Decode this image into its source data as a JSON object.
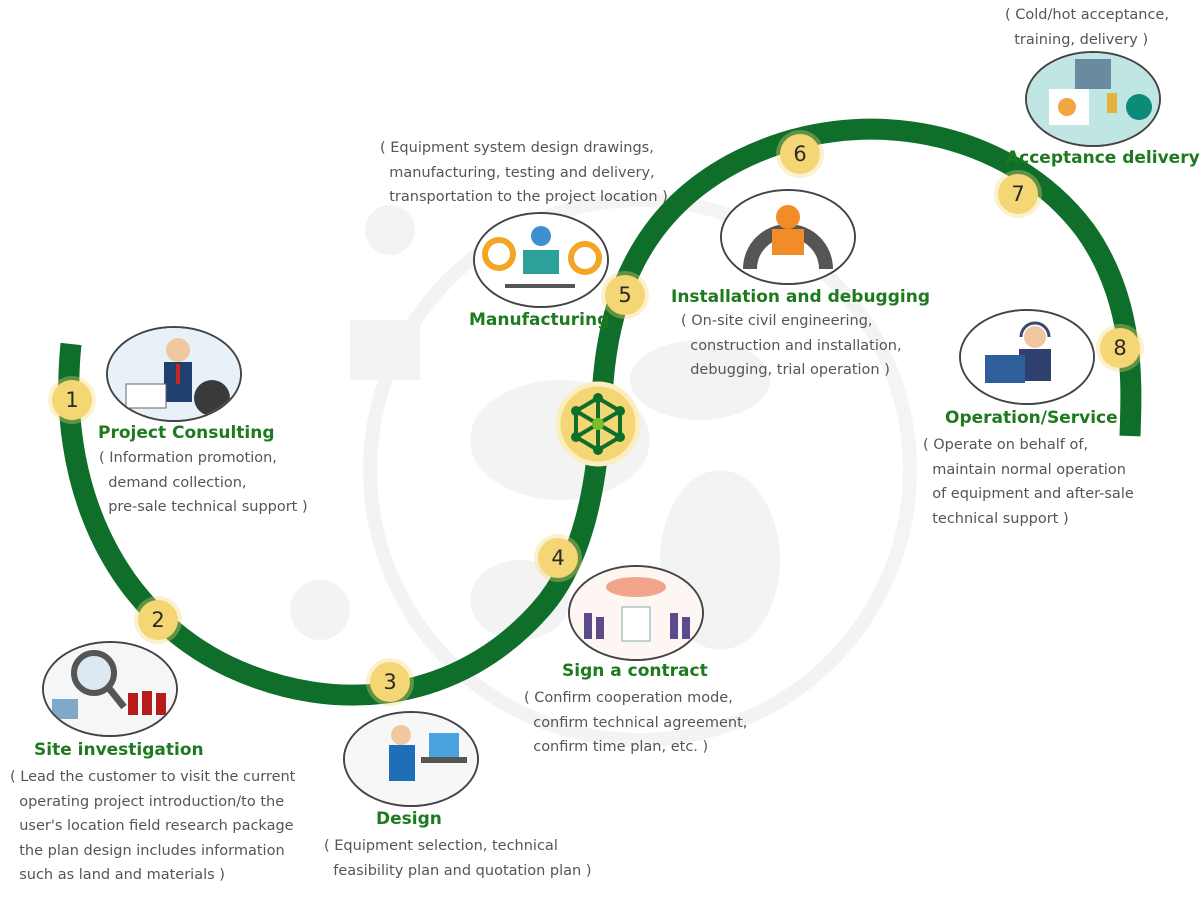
{
  "colors": {
    "path": "#0f6e2a",
    "badge": "#f4d675",
    "title": "#1e7a1e",
    "text": "#555555"
  },
  "center_icon": "network-hub-icon",
  "steps": [
    {
      "number": "1",
      "title": "Project Consulting",
      "icon": "consultant-icon",
      "description": "( Information promotion,\n  demand collection,\n  pre-sale technical support )"
    },
    {
      "number": "2",
      "title": "Site investigation",
      "icon": "magnifier-icon",
      "description": "( Lead the customer to visit the current\n  operating project introduction/to the\n  user's location field research package\n  the plan design includes information\n  such as land and materials )"
    },
    {
      "number": "3",
      "title": "Design",
      "icon": "designer-at-laptop-icon",
      "description": "( Equipment selection, technical\n  feasibility plan and quotation plan )"
    },
    {
      "number": "4",
      "title": "Sign a contract",
      "icon": "handshake-icon",
      "description": "( Confirm cooperation mode,\n  confirm technical agreement,\n  confirm time plan, etc. )"
    },
    {
      "number": "5",
      "title": "Manufacturing",
      "icon": "engineer-gears-icon",
      "description": "( Equipment system design drawings,\n  manufacturing, testing and delivery,\n  transportation to the project location )"
    },
    {
      "number": "6",
      "title": "Installation and debugging",
      "icon": "worker-gear-icon",
      "description": "( On-site civil engineering,\n  construction and installation,\n  debugging, trial operation )"
    },
    {
      "number": "7",
      "title": "Acceptance delivery",
      "icon": "calculator-documents-icon",
      "description": "( Cold/hot acceptance,\n  training, delivery )"
    },
    {
      "number": "8",
      "title": "Operation/Service",
      "icon": "support-headset-icon",
      "description": "( Operate on behalf of,\n  maintain normal operation\n  of equipment and after-sale\n  technical support )"
    }
  ]
}
